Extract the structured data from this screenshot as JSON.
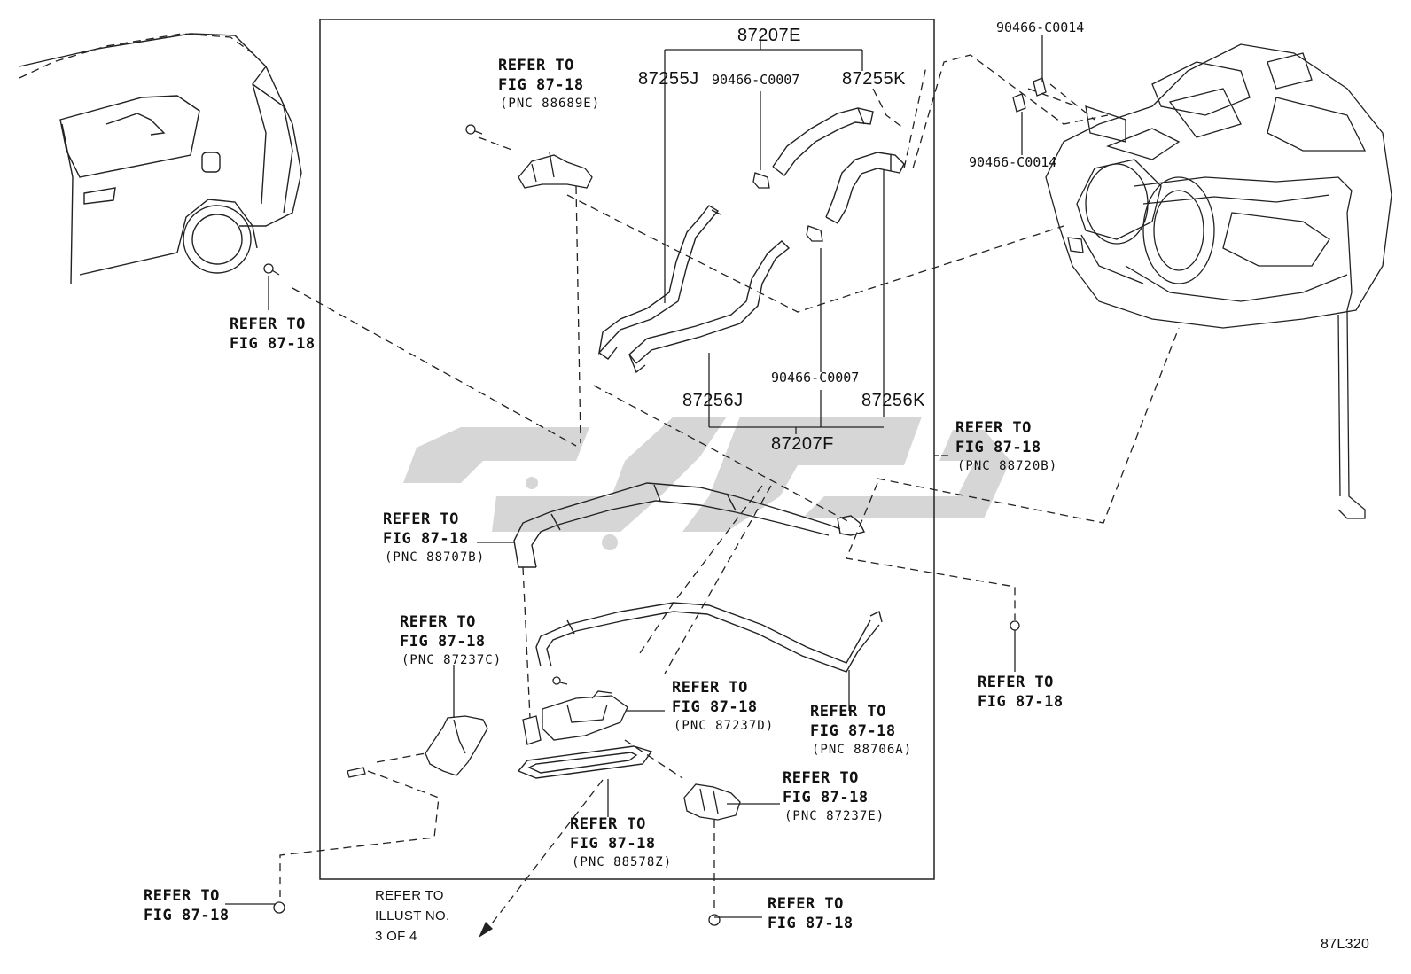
{
  "diagram": {
    "watermark_color": "#d3d3d3",
    "line_color": "#222222",
    "parts": {
      "p87207E": "87207E",
      "p87255J": "87255J",
      "p90466_C0007_top": "90466-C0007",
      "p87255K": "87255K",
      "p90466_C0007_mid": "90466-C0007",
      "p87256J": "87256J",
      "p87256K": "87256K",
      "p87207F": "87207F",
      "p90466_C0014_a": "90466-C0014",
      "p90466_C0014_b": "90466-C0014"
    },
    "refs": {
      "r1": {
        "l1": "REFER TO",
        "l2": "FIG 87-18",
        "l3": "(PNC 88689E)"
      },
      "r2": {
        "l1": "REFER TO",
        "l2": "FIG 87-18"
      },
      "r3": {
        "l1": "REFER TO",
        "l2": "FIG 87-18",
        "l3": "(PNC 88720B)"
      },
      "r4": {
        "l1": "REFER TO",
        "l2": "FIG 87-18",
        "l3": "(PNC 88707B)"
      },
      "r5": {
        "l1": "REFER TO",
        "l2": "FIG 87-18",
        "l3": "(PNC 87237C)"
      },
      "r6": {
        "l1": "REFER TO",
        "l2": "FIG 87-18",
        "l3": "(PNC 87237D)"
      },
      "r7": {
        "l1": "REFER TO",
        "l2": "FIG 87-18",
        "l3": "(PNC 88706A)"
      },
      "r8": {
        "l1": "REFER TO",
        "l2": "FIG 87-18"
      },
      "r9": {
        "l1": "REFER TO",
        "l2": "FIG 87-18",
        "l3": "(PNC 87237E)"
      },
      "r10": {
        "l1": "REFER TO",
        "l2": "FIG 87-18",
        "l3": "(PNC 88578Z)"
      },
      "r11": {
        "l1": "REFER TO",
        "l2": "FIG 87-18"
      },
      "r12": {
        "l1": "REFER TO",
        "l2": "ILLUST NO.",
        "l3": "3 OF 4"
      },
      "r13": {
        "l1": "REFER TO",
        "l2": "FIG 87-18"
      }
    },
    "illustration_id": "87L320"
  }
}
